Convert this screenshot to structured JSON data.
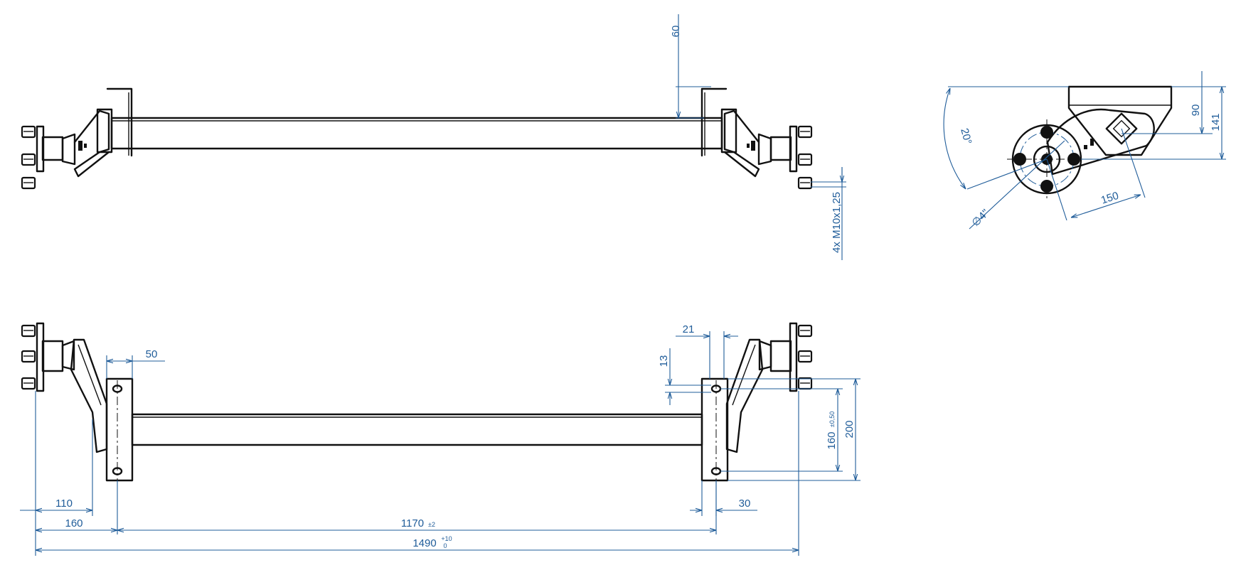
{
  "colors": {
    "part": "#111111",
    "dimension": "#1f5c99",
    "background": "#ffffff"
  },
  "dimensions": {
    "top_bracket_height": "60",
    "stud_spec": "4x M10x1,25",
    "side_angle": "20°",
    "bolt_circle": "∅4\"",
    "arm_length": "150",
    "side_height_90": "90",
    "side_height_141": "141",
    "plate_width": "50",
    "offset_21": "21",
    "offset_13": "13",
    "hole_spacing": "160",
    "hole_spacing_tol": "±0,50",
    "plate_height": "200",
    "offset_110": "110",
    "offset_160": "160",
    "center_distance": "1170",
    "center_distance_tol": "±2",
    "track_width": "1490",
    "track_width_tol_upper": "+10",
    "track_width_tol_lower": "0",
    "offset_30": "30"
  }
}
